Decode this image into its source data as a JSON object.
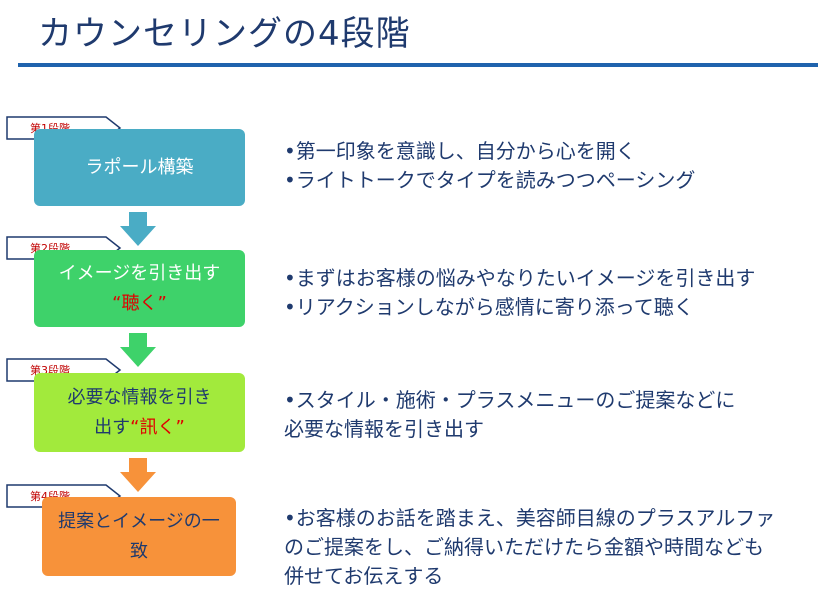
{
  "title": "カウンセリングの4段階",
  "colors": {
    "title": "#1f3a6e",
    "rule": "#1f63ad",
    "stage1": "#4aacc5",
    "stage2": "#3ed26a",
    "stage3": "#a2ea3c",
    "stage4": "#f7923a",
    "highlight": "#e00000"
  },
  "stages": [
    {
      "tag": "第1段階",
      "label_line1": "ラポール構築",
      "label_line2": "",
      "highlight": "",
      "bullets": [
        "•第一印象を意識し、自分から心を開く",
        "•ライトトークでタイプを読みつつペーシング"
      ]
    },
    {
      "tag": "第2段階",
      "label_line1": "イメージを引き出す",
      "label_line2": "",
      "highlight": "“聴く”",
      "bullets": [
        "•まずはお客様の悩みやなりたいイメージを引き出す",
        "•リアクションしながら感情に寄り添って聴く"
      ]
    },
    {
      "tag": "第3段階",
      "label_line1": "必要な情報を引き",
      "label_line2": "出す",
      "highlight": "“訊く”",
      "bullets": [
        "•スタイル・施術・プラスメニューのご提案などに",
        "必要な情報を引き出す"
      ]
    },
    {
      "tag": "第4段階",
      "label_line1": "提案とイメージの一",
      "label_line2": "致",
      "highlight": "",
      "bullets": [
        "•お客様のお話を踏まえ、美容師目線のプラスアルファ",
        "のご提案をし、ご納得いただけたら金額や時間なども",
        "併せてお伝えする"
      ]
    }
  ]
}
